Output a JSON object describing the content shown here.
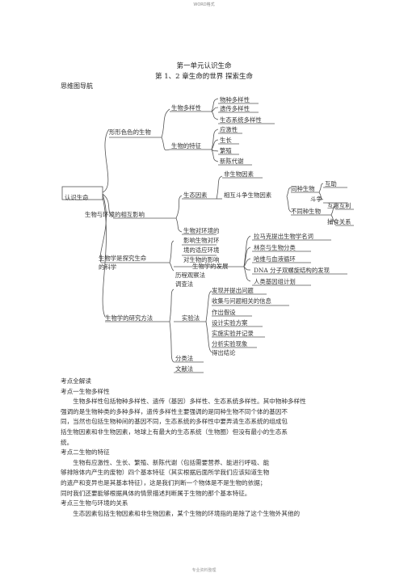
{
  "page_header": "WORD格式",
  "page_footer": "专业资料整理",
  "title": {
    "line1": "第一单元认识生命",
    "line2": "第 1、2 章生命的世界 探索生命",
    "line3": "思维图导航"
  },
  "mindmap": {
    "root": "认识生命",
    "n_colorful": "形形色色的生物",
    "n_diversity": "生物多样性",
    "n_species": "物种多样性",
    "n_genetic": "遗传多样性",
    "n_ecosystem": "生态系统多样性",
    "n_features": "生物的特征",
    "n_stimulus": "应激性",
    "n_growth": "生长",
    "n_reproduce": "繁殖",
    "n_metabolism": "新陈代谢",
    "n_env_relation": "生物与环境的相互影响",
    "n_eco_factor": "生态因素",
    "n_abiotic": "非生物因素",
    "n_interact": "相互斗争生物因素",
    "n_same": "同种生物",
    "n_help": "互助",
    "n_fight": "斗争",
    "n_diff": "不同种生物",
    "n_mutual": "互惠互利",
    "n_predation": "捕食关系",
    "n_adapt1": "生物对环境的",
    "n_adapt2": "影响生物对环",
    "n_adapt3": "境的适应环境",
    "n_adapt4": "对生物的影响",
    "n_science1": "生物学是探究生命",
    "n_science2": "的科学",
    "n_development": "生物学的发展",
    "n_history1": "历程观察法",
    "n_history2": "调查法",
    "n_linnaeus_a": "拉马克提出生物学名词",
    "n_linnaeus_b": "林奈与生物分类",
    "n_harvey": "哈维与血液循环",
    "n_dna": "DNA 分子双螺旋结构的发现",
    "n_genome": "人类基因组计划",
    "n_methods": "生物学的研究方法",
    "n_experiment": "实验法",
    "n_s1": "发现并提出问题",
    "n_s2": "收集与问题相关的信息",
    "n_s3": "作出假设",
    "n_s4": "设计实验方案",
    "n_s5": "实施实验并记录",
    "n_s6": "分析实验现象",
    "n_s7": "得出结论",
    "n_classify": "分类法",
    "n_literature": "文献法"
  },
  "body": {
    "heading": "考点全解读",
    "p1_title": "考点一生物多样性",
    "p1_l1": "生物多样性包括物种多样性、遗传（基因）多样性、生态系统多样性。其中物种多样性",
    "p1_l2": "强调的是生物种类的多种多样，遗传多样性主要强调的是同种生物不同个体的基因不",
    "p1_l3": "同，当然也包括生物种间的基因不同，生态系统的多样性中要弄清生态系统的组成包",
    "p1_l4": "括生物因素和非生物因素，地球上有最大的生态系统（生物圈）但没有最小的生态系",
    "p1_l5": "统。",
    "p2_title": "考点二生物的特征",
    "p2_l1": "生物有应激性、生长、繁殖、新陈代谢（包括需要营养、能进行呼吸、能",
    "p2_l2": "够排除体内产生的废物）四个基本特征（其实根据后面所学我们应该知道生物",
    "p2_l3": "的遗产和变异也是其基本特征），这是我们判断一个物体是不是生物的依据；",
    "p2_l4": "同时我们还要能够根据具体的情景描述判断属于生物的那个基本特征。",
    "p3_title": "考点三生物与环境的关系",
    "p3_l1": "生态因素包括生物因素和非生物因素，某个生物的环境指的是除了这个生物外其他的"
  }
}
